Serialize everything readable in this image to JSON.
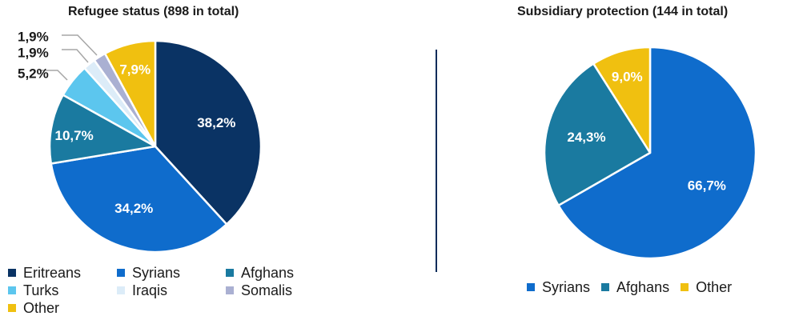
{
  "chart_data": [
    {
      "type": "pie",
      "title": "Refugee status (898 in total)",
      "categories": [
        "Eritreans",
        "Syrians",
        "Afghans",
        "Turks",
        "Iraqis",
        "Somalis",
        "Other"
      ],
      "values": [
        38.2,
        34.2,
        10.7,
        5.2,
        1.9,
        1.9,
        7.9
      ],
      "data_labels": [
        "38,2%",
        "34,2%",
        "10,7%",
        "5,2%",
        "1,9%",
        "1,9%",
        "7,9%"
      ],
      "colors": [
        "#0a3364",
        "#0f6ccc",
        "#1a7aa0",
        "#5cc6ee",
        "#dcecf8",
        "#aab0d2",
        "#f0c010"
      ],
      "legend": "bottom"
    },
    {
      "type": "pie",
      "title": "Subsidiary protection (144 in total)",
      "categories": [
        "Syrians",
        "Afghans",
        "Other"
      ],
      "values": [
        66.7,
        24.3,
        9.0
      ],
      "data_labels": [
        "66,7%",
        "24,3%",
        "9,0%"
      ],
      "colors": [
        "#0f6ccc",
        "#1a7aa0",
        "#f0c010"
      ],
      "legend": "bottom"
    }
  ]
}
